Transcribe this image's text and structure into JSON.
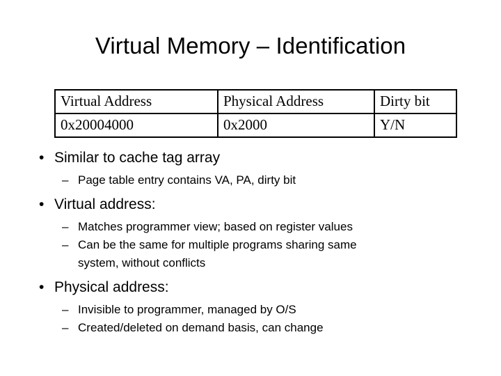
{
  "slide": {
    "title": "Virtual Memory – Identification",
    "background_color": "#ffffff",
    "text_color": "#000000"
  },
  "table": {
    "headers": [
      "Virtual Address",
      "Physical Address",
      "Dirty bit"
    ],
    "rows": [
      [
        "0x20004000",
        "0x2000",
        "Y/N"
      ]
    ]
  },
  "content": {
    "bullet1": {
      "text": "Similar to cache tag array",
      "marker": "•",
      "sub": [
        {
          "marker": "–",
          "text": "Page table entry contains VA, PA, dirty bit"
        }
      ]
    },
    "bullet2": {
      "text": "Virtual address:",
      "marker": "•",
      "sub": [
        {
          "marker": "–",
          "text": "Matches programmer view; based on register values"
        },
        {
          "marker": "–",
          "text": "Can be the same for multiple programs sharing same"
        },
        {
          "marker": "",
          "text": "system, without conflicts"
        }
      ]
    },
    "bullet3": {
      "text": "Physical address:",
      "marker": "•",
      "sub": [
        {
          "marker": "–",
          "text": "Invisible to programmer, managed by O/S"
        },
        {
          "marker": "–",
          "text": "Created/deleted on demand basis, can change"
        }
      ]
    }
  }
}
